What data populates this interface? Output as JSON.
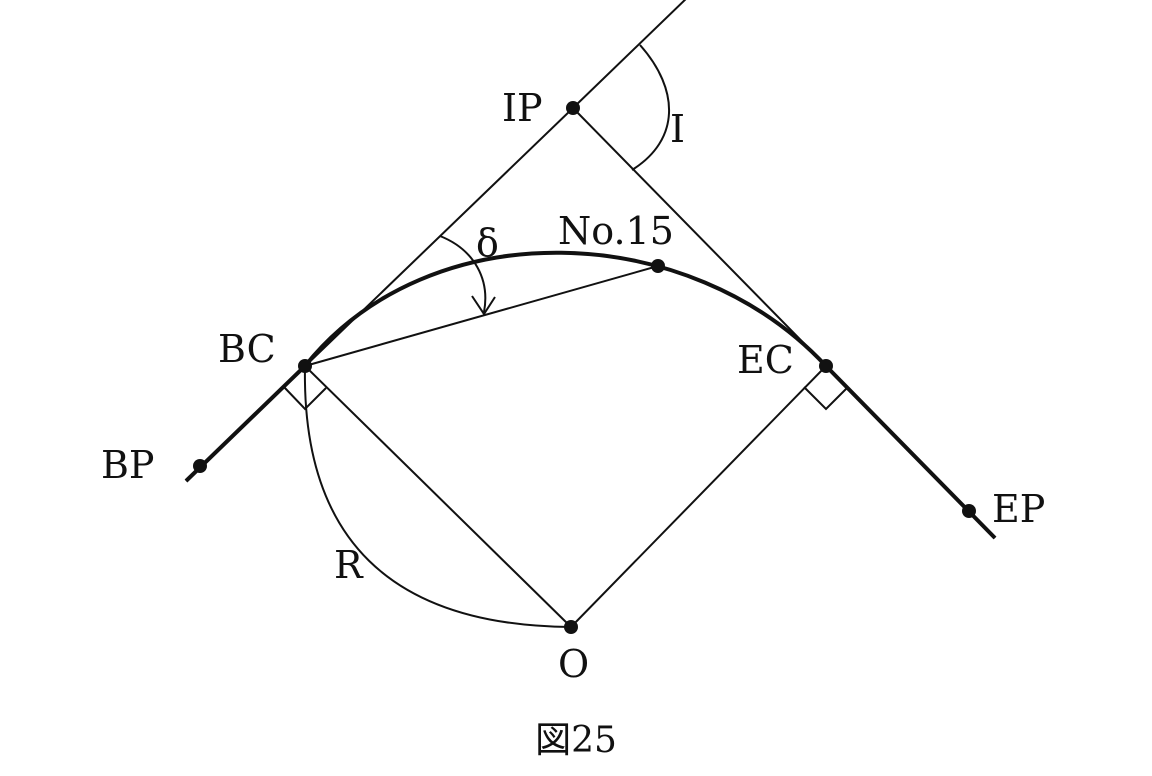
{
  "labels": {
    "ip": "IP",
    "i": "I",
    "delta": "δ",
    "no15": "No.15",
    "bc": "BC",
    "ec": "EC",
    "bp": "BP",
    "ep": "EP",
    "r": "R",
    "o": "O"
  },
  "caption": "図25",
  "colors": {
    "line": "#111111",
    "background": "#ffffff"
  }
}
